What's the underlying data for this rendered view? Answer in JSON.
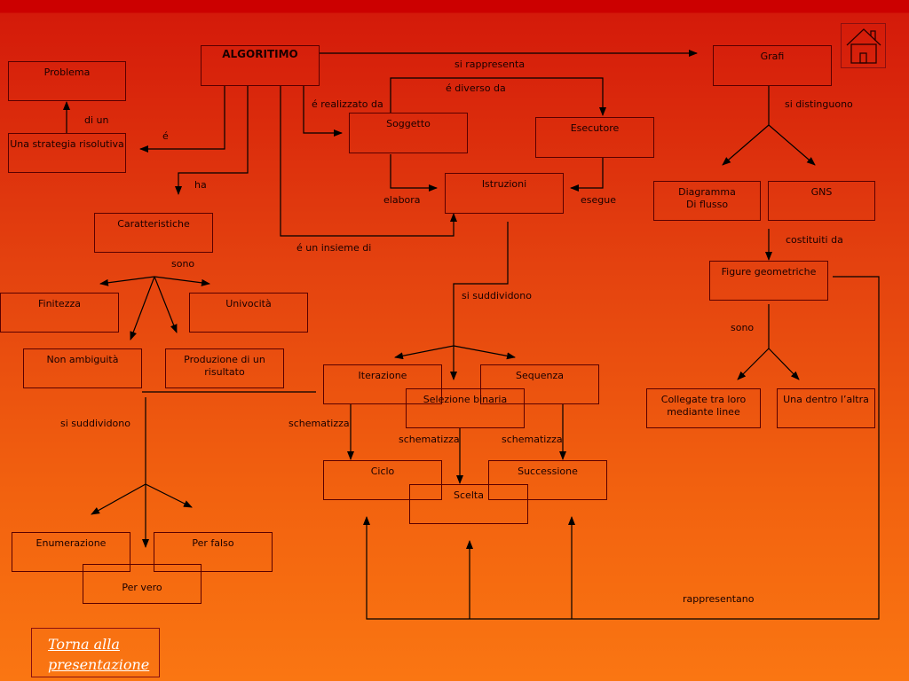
{
  "nodes": {
    "algoritmo": "ALGORITIMO",
    "problema": "Problema",
    "strategia": "Una strategia risolutiva",
    "soggetto": "Soggetto",
    "esecutore": "Esecutore",
    "istruzioni": "Istruzioni",
    "caratteristiche": "Caratteristiche",
    "finitezza": "Finitezza",
    "univocita": "Univocità",
    "non_ambiguita": "Non ambiguità",
    "produzione": "Produzione di un risultato",
    "grafi": "Grafi",
    "diagramma": "Diagramma\nDi flusso",
    "gns": "GNS",
    "figure": "Figure geometriche",
    "collegate": "Collegate tra loro mediante linee",
    "una_dentro": "Una dentro l’altra",
    "iterazione": "Iterazione",
    "sequenza": "Sequenza",
    "selezione": "Selezione binaria",
    "ciclo": "Ciclo",
    "successione": "Successione",
    "scelta": "Scelta",
    "enumerazione": "Enumerazione",
    "per_falso": "Per falso",
    "per_vero": "Per vero"
  },
  "edges": {
    "si_rappresenta": "si rappresenta",
    "diverso_da": "é diverso da",
    "realizzato_da": "é realizzato da",
    "di_un": "di un",
    "e": "é",
    "ha": "ha",
    "elabora": "elabora",
    "esegue": "esegue",
    "insieme_di": "é un insieme di",
    "sono_1": "sono",
    "si_suddividono_1": "si suddividono",
    "si_distinguono": "si distinguono",
    "costituiti_da": "costituiti da",
    "sono_2": "sono",
    "si_suddividono_2": "si suddividono",
    "schematizza_1": "schematizza",
    "schematizza_2": "schematizza",
    "schematizza_3": "schematizza",
    "rappresentano": "rappresentano"
  },
  "nav": {
    "back_link": "Torna alla presentazione",
    "home_icon": "home-icon"
  },
  "colors": {
    "background_top": "#cc0000",
    "background_bottom": "#fa7612",
    "lines": "#000000",
    "box_border": "#5a0000",
    "link_text": "#ffffff"
  }
}
